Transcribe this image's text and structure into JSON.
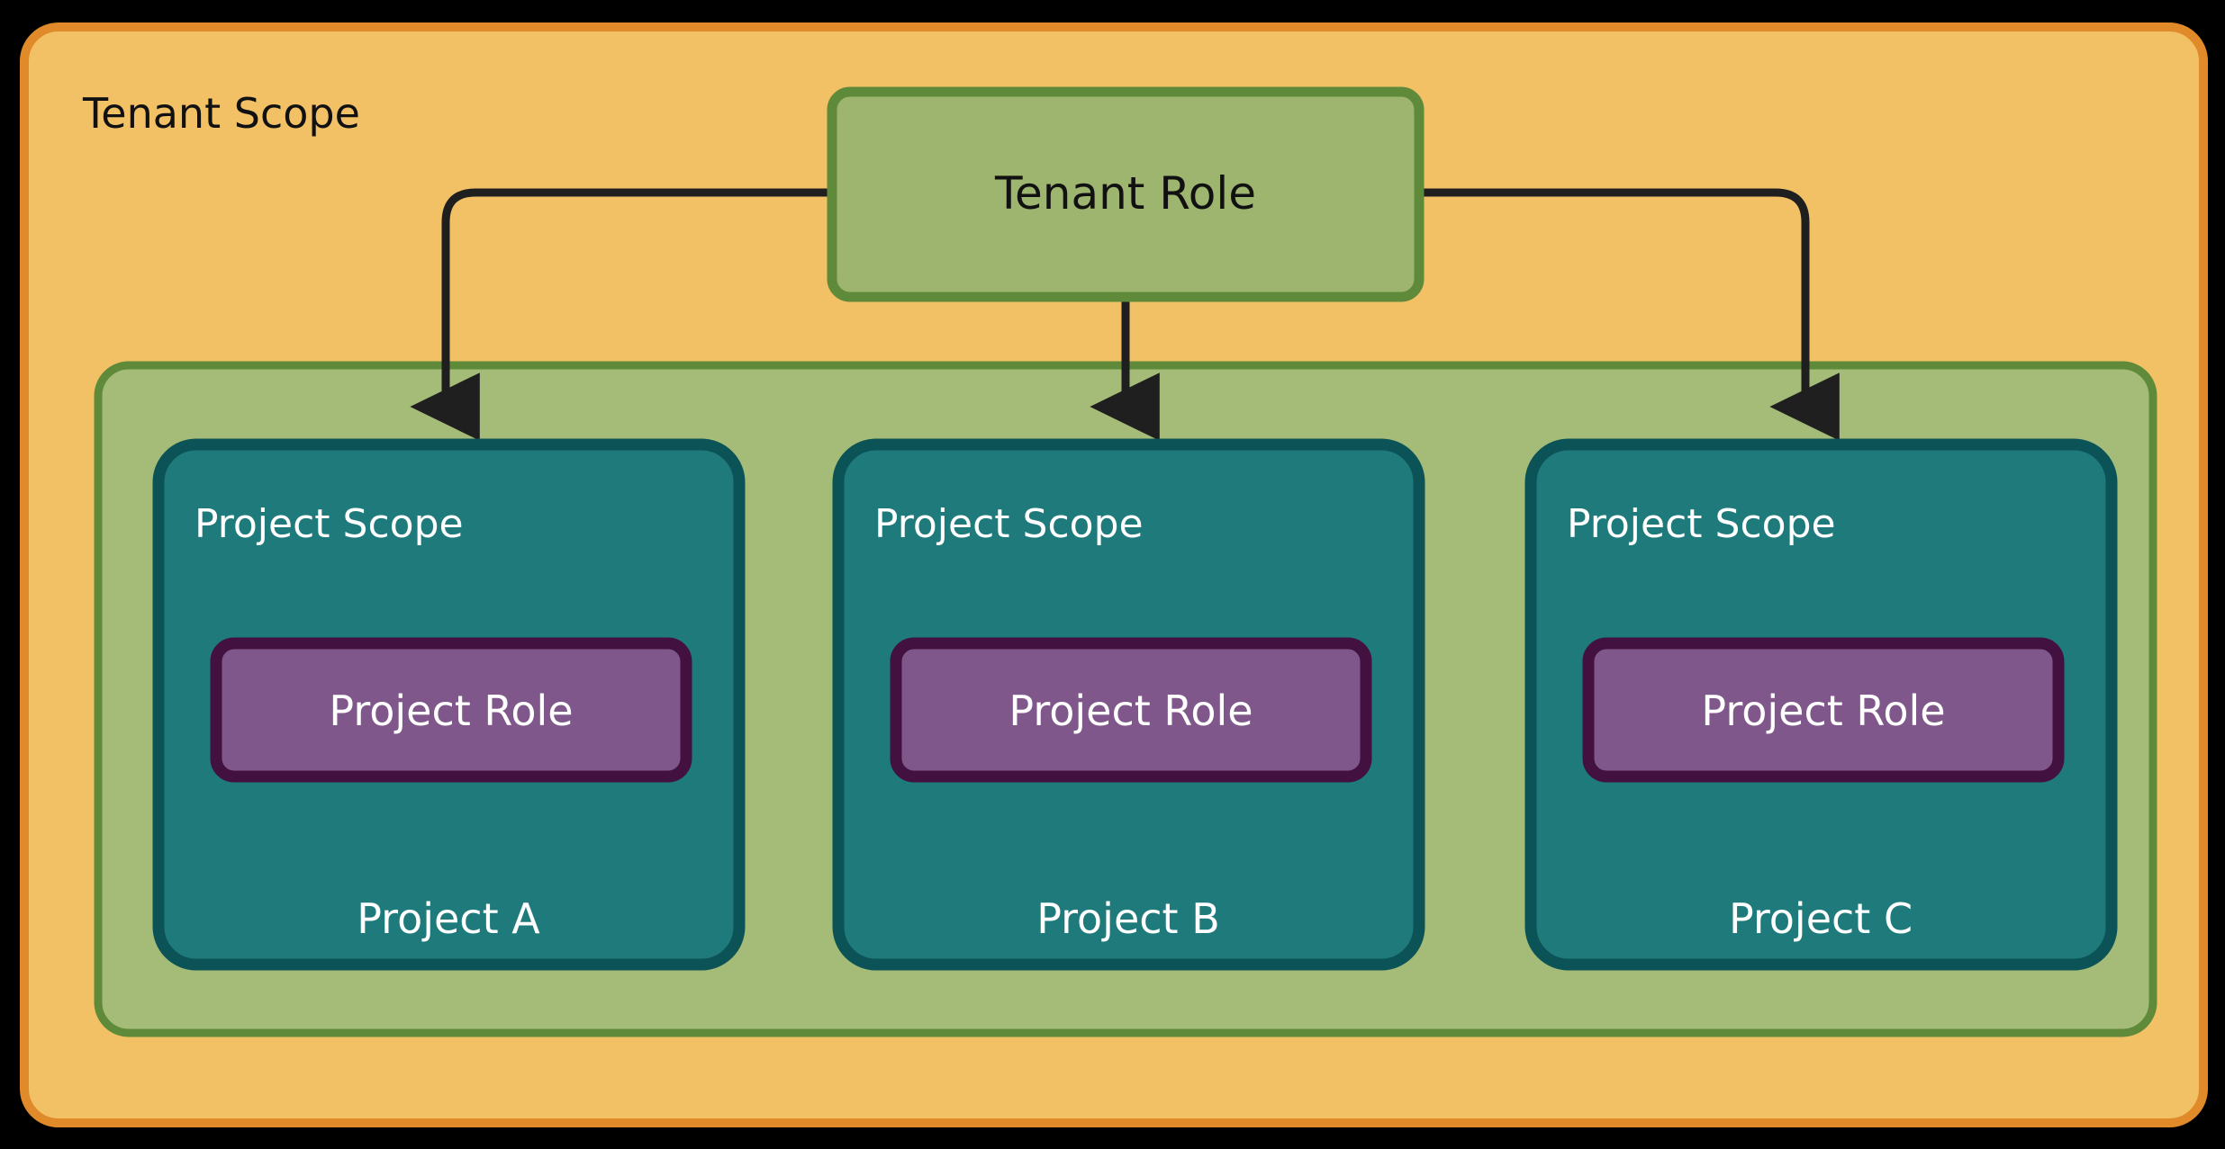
{
  "diagram": {
    "type": "nested-scope-diagram",
    "title_text": "Tenant Scope",
    "tenant_scope": {
      "label": "Tenant Scope",
      "fill": "#F2C166",
      "stroke": "#E18A29"
    },
    "tenant_role": {
      "label": "Tenant Role",
      "fill": "#9EB570",
      "stroke": "#5E8A3A"
    },
    "projects_container": {
      "fill": "#A5BC78",
      "stroke": "#5E8A3A"
    },
    "project_scope_fill": "#1F7A7C",
    "project_scope_stroke": "#0B5356",
    "project_role_fill": "#80578B",
    "project_role_stroke": "#43113F",
    "arrow_color": "#1F1F1F",
    "projects": [
      {
        "scope_label": "Project Scope",
        "role_label": "Project Role",
        "name": "Project A"
      },
      {
        "scope_label": "Project Scope",
        "role_label": "Project Role",
        "name": "Project B"
      },
      {
        "scope_label": "Project Scope",
        "role_label": "Project Role",
        "name": "Project C"
      }
    ],
    "edges": [
      {
        "from": "Tenant Role",
        "to": "Project A"
      },
      {
        "from": "Tenant Role",
        "to": "Project B"
      },
      {
        "from": "Tenant Role",
        "to": "Project C"
      }
    ]
  }
}
